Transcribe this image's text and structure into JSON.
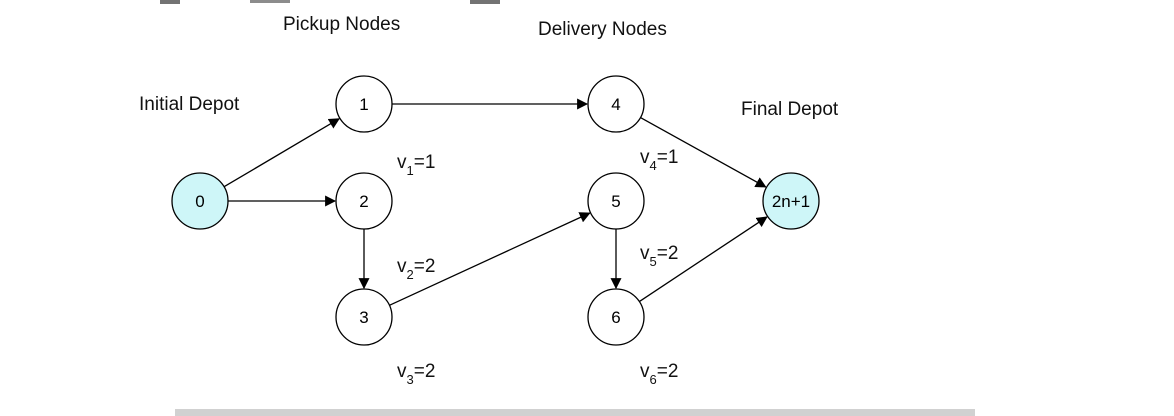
{
  "section_labels": {
    "pickup": "Pickup Nodes",
    "delivery": "Delivery Nodes",
    "initial_depot": "Initial Depot",
    "final_depot": "Final Depot"
  },
  "colors": {
    "depot_fill": "#cef6f8",
    "node_fill": "#ffffff",
    "stroke": "#000000"
  },
  "nodes": [
    {
      "id": "0",
      "label": "0",
      "kind": "depot"
    },
    {
      "id": "1",
      "label": "1",
      "kind": "pickup"
    },
    {
      "id": "2",
      "label": "2",
      "kind": "pickup"
    },
    {
      "id": "3",
      "label": "3",
      "kind": "pickup"
    },
    {
      "id": "4",
      "label": "4",
      "kind": "delivery"
    },
    {
      "id": "5",
      "label": "5",
      "kind": "delivery"
    },
    {
      "id": "6",
      "label": "6",
      "kind": "delivery"
    },
    {
      "id": "2n+1",
      "label": "2n+1",
      "kind": "depot"
    }
  ],
  "edges": [
    {
      "from": "0",
      "to": "1"
    },
    {
      "from": "0",
      "to": "2"
    },
    {
      "from": "1",
      "to": "4"
    },
    {
      "from": "2",
      "to": "3"
    },
    {
      "from": "3",
      "to": "5"
    },
    {
      "from": "5",
      "to": "6"
    },
    {
      "from": "4",
      "to": "2n+1"
    },
    {
      "from": "6",
      "to": "2n+1"
    }
  ],
  "variables": [
    {
      "base": "v",
      "sub": "1",
      "value": "=1"
    },
    {
      "base": "v",
      "sub": "2",
      "value": "=2"
    },
    {
      "base": "v",
      "sub": "3",
      "value": "=2"
    },
    {
      "base": "v",
      "sub": "4",
      "value": "=1"
    },
    {
      "base": "v",
      "sub": "5",
      "value": "=2"
    },
    {
      "base": "v",
      "sub": "6",
      "value": "=2"
    }
  ]
}
